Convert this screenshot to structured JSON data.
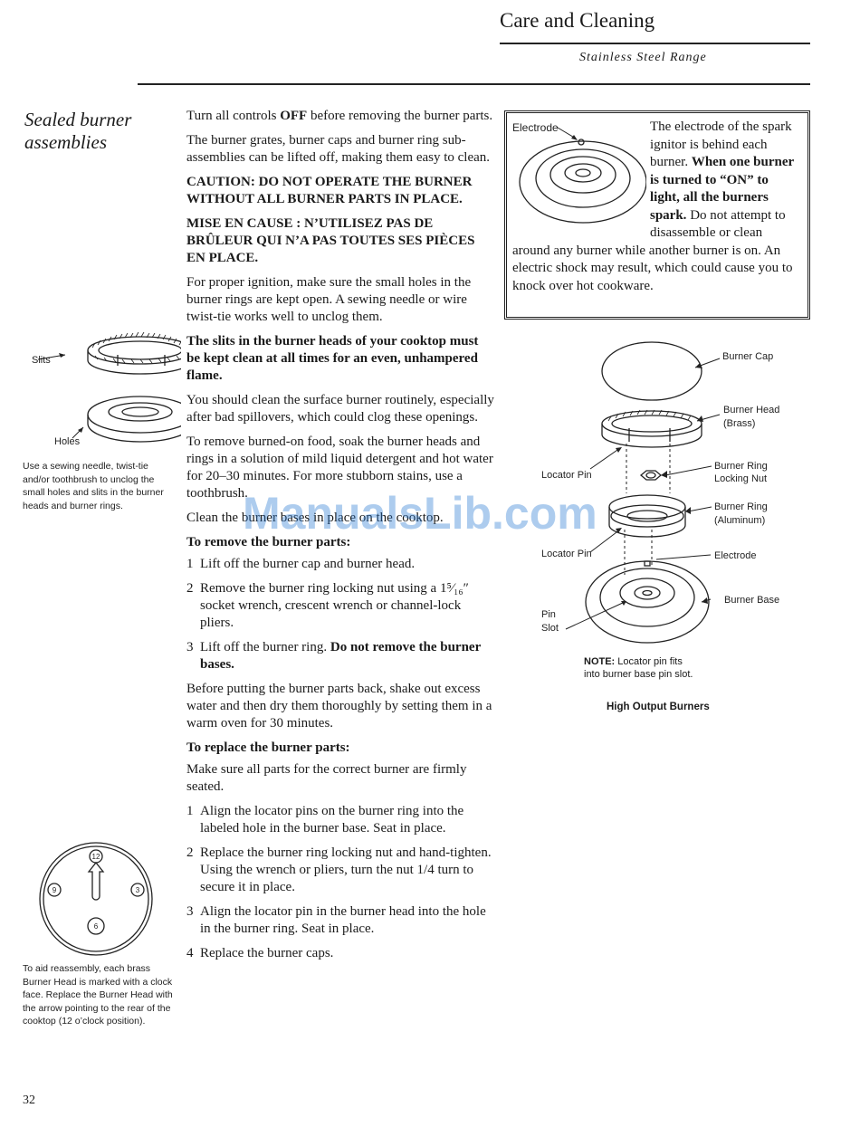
{
  "header": {
    "title": "Care and Cleaning",
    "subtitle": "Stainless Steel Range"
  },
  "section_heading": "Sealed burner assemblies",
  "main": {
    "p1_pre": "Turn all controls ",
    "p1_bold": "OFF",
    "p1_post": " before removing the burner parts.",
    "p2": "The burner grates, burner caps and burner ring sub-assemblies can be lifted off, making them easy to clean.",
    "caution_en": "CAUTION: DO NOT OPERATE THE BURNER WITHOUT ALL BURNER PARTS IN PLACE.",
    "caution_fr": "MISE EN CAUSE : N’UTILISEZ PAS DE BRÛLEUR QUI N’A PAS TOUTES SES PIÈCES EN PLACE.",
    "p3": "For proper ignition, make sure the small holes in the burner rings are kept open. A sewing needle or wire twist-tie works well to unclog them.",
    "p4_bold": "The slits in the burner heads of your cooktop must be kept clean at all times for an even, unhampered flame.",
    "p5": "You should clean the surface burner routinely, especially after bad spillovers, which could clog these openings.",
    "p6": "To remove burned-on food, soak the burner heads and rings in a solution of mild liquid detergent and hot water for 20–30 minutes. For more stubborn stains, use a toothbrush.",
    "p7": "Clean the burner bases in place on the cooktop.",
    "remove_heading": "To remove the burner parts:",
    "remove_steps": [
      {
        "num": "1",
        "text": "Lift off the burner cap and burner head.",
        "bold": ""
      },
      {
        "num": "2",
        "text": "Remove the burner ring locking nut using a 1⁵⁄₁₆″ socket wrench, crescent wrench or channel-lock pliers.",
        "bold": ""
      },
      {
        "num": "3",
        "text": "Lift off the burner ring. ",
        "bold": "Do not remove the burner bases."
      }
    ],
    "p8": "Before putting the burner parts back, shake out excess water and then dry them thoroughly by setting them in a warm oven for 30 minutes.",
    "replace_heading": "To replace the burner parts:",
    "p9": "Make sure all parts for the correct burner are firmly seated.",
    "replace_steps": [
      {
        "num": "1",
        "text": "Align the locator pins on the burner ring into the labeled hole in the burner base. Seat in place."
      },
      {
        "num": "2",
        "text": "Replace the burner ring locking nut and hand-tighten. Using the wrench or pliers, turn the nut 1/4 turn to secure it in place."
      },
      {
        "num": "3",
        "text": "Align the locator pin in the burner head into the hole in the burner ring. Seat in place."
      },
      {
        "num": "4",
        "text": "Replace the burner caps."
      }
    ]
  },
  "left_figures": {
    "slits_label": "Slits",
    "holes_label": "Holes",
    "caption1": "Use a sewing needle, twist-tie and/or toothbrush to unclog the small holes and slits in the burner heads and burner rings.",
    "clock_labels": [
      "12",
      "9",
      "3",
      "6"
    ],
    "caption2": "To aid reassembly, each brass Burner Head is marked with a clock face. Replace the Burner Head with the arrow pointing to the rear of the cooktop (12 o’clock position)."
  },
  "electrode_box": {
    "electrode_label": "Electrode",
    "text_pre": "The electrode of the spark ignitor is behind each burner. ",
    "text_bold": "When one burner is turned to “ON” to light, all the burners spark.",
    "text_post": " Do not attempt to disassemble or clean around any burner while another burner is on. An electric shock may result, which could cause you to knock over hot cookware."
  },
  "exploded_diagram": {
    "labels": {
      "burner_cap": "Burner Cap",
      "burner_head": "Burner Head",
      "burner_head_sub": "(Brass)",
      "locator_pin_1": "Locator Pin",
      "ring_nut": "Burner Ring",
      "ring_nut_sub": "Locking Nut",
      "burner_ring": "Burner Ring",
      "burner_ring_sub": "(Aluminum)",
      "locator_pin_2": "Locator Pin",
      "electrode": "Electrode",
      "pin_slot": "Pin",
      "pin_slot_sub": "Slot",
      "burner_base": "Burner Base"
    },
    "note_bold": "NOTE:",
    "note_line1": " Locator pin fits",
    "note_line2": "into burner base pin slot.",
    "title": "High Output Burners"
  },
  "watermark": "ManualsLib.com",
  "page_number": "32"
}
